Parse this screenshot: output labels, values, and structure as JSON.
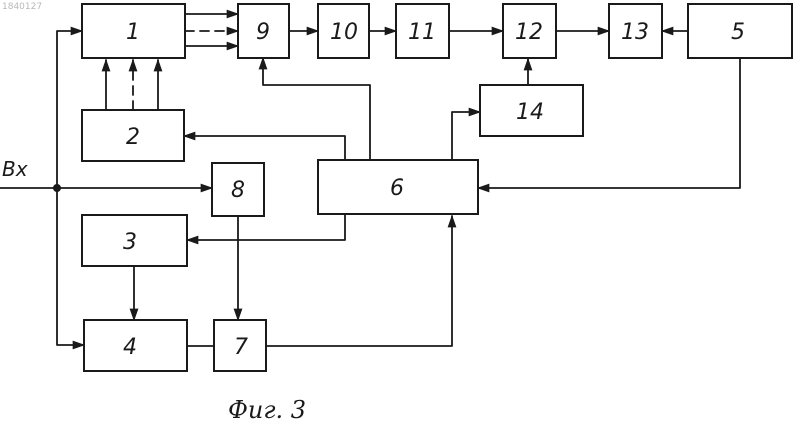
{
  "page_number": "1840127",
  "input_label": "Вх",
  "caption": "Фиг. 3",
  "blocks": [
    {
      "label": "1"
    },
    {
      "label": "2"
    },
    {
      "label": "3"
    },
    {
      "label": "4"
    },
    {
      "label": "5"
    },
    {
      "label": "6"
    },
    {
      "label": "7"
    },
    {
      "label": "8"
    },
    {
      "label": "9"
    },
    {
      "label": "10"
    },
    {
      "label": "11"
    },
    {
      "label": "12"
    },
    {
      "label": "13"
    },
    {
      "label": "14"
    }
  ],
  "colors": {
    "ink": "#1a1a1a",
    "paper": "#ffffff",
    "watermark": "#b8b8b8"
  }
}
